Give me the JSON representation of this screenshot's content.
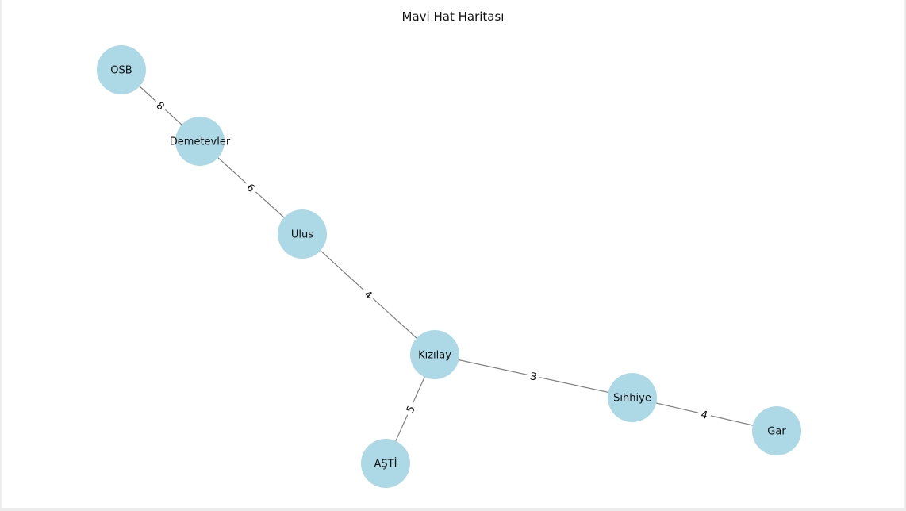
{
  "title": "Mavi Hat Haritası",
  "colors": {
    "node": "#add8e6",
    "edge": "#808080",
    "text": "#111111"
  },
  "nodes": [
    {
      "id": "OSB",
      "label": "OSB"
    },
    {
      "id": "Demetevler",
      "label": "Demetevler"
    },
    {
      "id": "Ulus",
      "label": "Ulus"
    },
    {
      "id": "Kizilay",
      "label": "Kızılay"
    },
    {
      "id": "Sihhiye",
      "label": "Sıhhiye"
    },
    {
      "id": "Gar",
      "label": "Gar"
    },
    {
      "id": "ASTI",
      "label": "AŞTİ"
    }
  ],
  "edges": [
    {
      "source": "OSB",
      "target": "Demetevler",
      "weight": "8"
    },
    {
      "source": "Demetevler",
      "target": "Ulus",
      "weight": "6"
    },
    {
      "source": "Ulus",
      "target": "Kizilay",
      "weight": "4"
    },
    {
      "source": "Kizilay",
      "target": "Sihhiye",
      "weight": "3"
    },
    {
      "source": "Sihhiye",
      "target": "Gar",
      "weight": "4"
    },
    {
      "source": "Kizilay",
      "target": "ASTI",
      "weight": "5"
    }
  ]
}
